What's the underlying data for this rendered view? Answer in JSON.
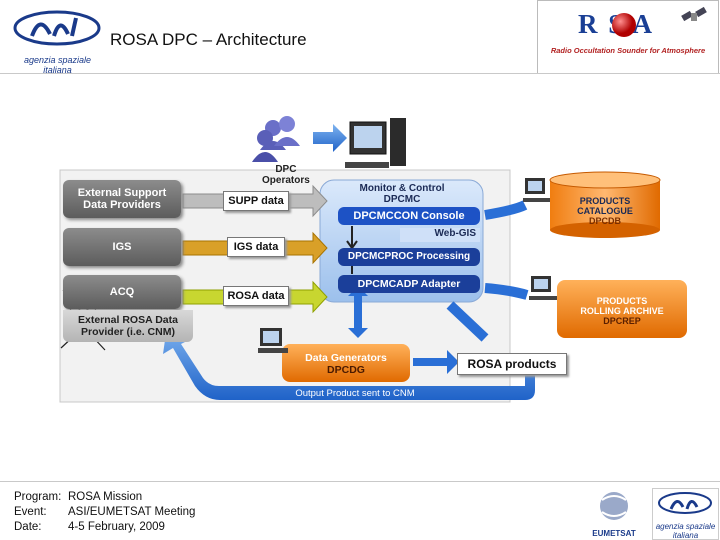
{
  "header": {
    "title": "ROSA DPC – Architecture",
    "asi_logo_text": [
      "agenzia spaziale",
      "italiana"
    ],
    "rosa_logo_title": "R  S A",
    "rosa_logo_subtitle": "Radio Occultation Sounder for Atmosphere"
  },
  "diagram": {
    "operators_label": [
      "DPC",
      "Operators"
    ],
    "left_sources": [
      {
        "label": [
          "External Support",
          "Data Providers"
        ],
        "data_label": "SUPP data"
      },
      {
        "label": [
          "IGS"
        ],
        "data_label": "IGS data"
      },
      {
        "label": [
          "ACQ"
        ],
        "data_label": "ROSA data"
      }
    ],
    "external_rosa_provider": [
      "External ROSA Data",
      "Provider (i.e. CNM)"
    ],
    "monitor_control": [
      "Monitor & Control",
      "DPCMC"
    ],
    "dpcmccon": "DPCMCCON Console",
    "webgis": "Web-GIS",
    "dpcmcproc": "DPCMCPROC Processing",
    "dpcmcadp": "DPCMCADP Adapter",
    "products_catalogue": [
      "PRODUCTS",
      "CATALOGUE",
      "DPCDB"
    ],
    "products_archive": [
      "PRODUCTS",
      "ROLLING ARCHIVE",
      "DPCREP"
    ],
    "data_generators": [
      "Data Generators",
      "DPCDG"
    ],
    "rosa_products": "ROSA products",
    "output_label": "Output Product sent to CNM"
  },
  "footer": {
    "rows": [
      {
        "key": "Program:",
        "value": "ROSA Mission"
      },
      {
        "key": "Event:",
        "value": "ASI/EUMETSAT Meeting"
      },
      {
        "key": "Date:",
        "value": "4-5 February, 2009"
      }
    ],
    "eumetsat_text": "EUMETSAT",
    "asi_footer_text": [
      "agenzia spaziale",
      "italiana"
    ]
  }
}
